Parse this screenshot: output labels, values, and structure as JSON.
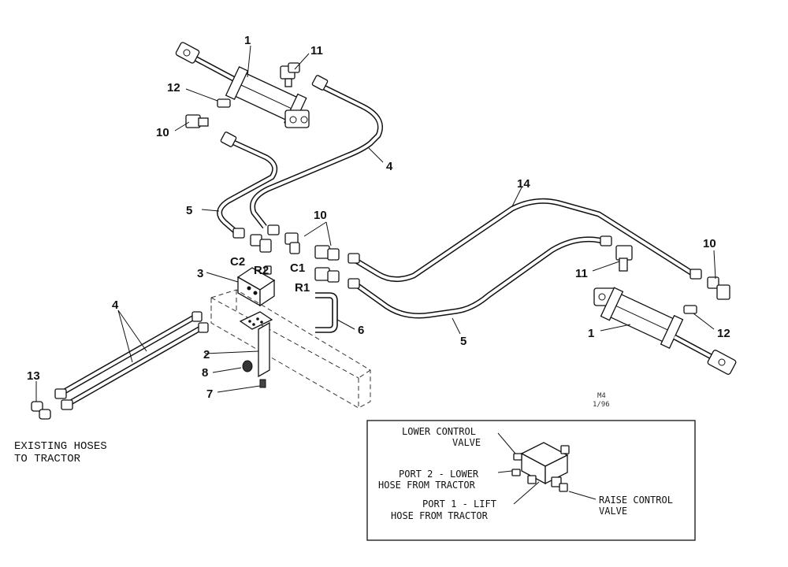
{
  "callouts": {
    "c1a": "1",
    "c1b": "1",
    "c2": "2",
    "c3": "3",
    "c4a": "4",
    "c4b": "4",
    "c5a": "5",
    "c5b": "5",
    "c6": "6",
    "c7": "7",
    "c8": "8",
    "c10a": "10",
    "c10b": "10",
    "c10c": "10",
    "c11a": "11",
    "c11b": "11",
    "c12a": "12",
    "c12b": "12",
    "c13": "13",
    "c14": "14"
  },
  "ports": {
    "c2": "C2",
    "r2": "R2",
    "c1": "C1",
    "r1": "R1"
  },
  "existing_hoses": {
    "line1": "EXISTING HOSES",
    "line2": "TO TRACTOR"
  },
  "drawing_code": {
    "line1": "M4",
    "line2": "1/96"
  },
  "inset": {
    "lower_control": {
      "line1": "LOWER CONTROL",
      "line2": "VALVE"
    },
    "port2": {
      "line1": "PORT 2 - LOWER",
      "line2": "HOSE FROM TRACTOR"
    },
    "port1": {
      "line1": "PORT 1 - LIFT",
      "line2": "HOSE FROM TRACTOR"
    },
    "raise_control": {
      "line1": "RAISE CONTROL",
      "line2": "VALVE"
    }
  }
}
